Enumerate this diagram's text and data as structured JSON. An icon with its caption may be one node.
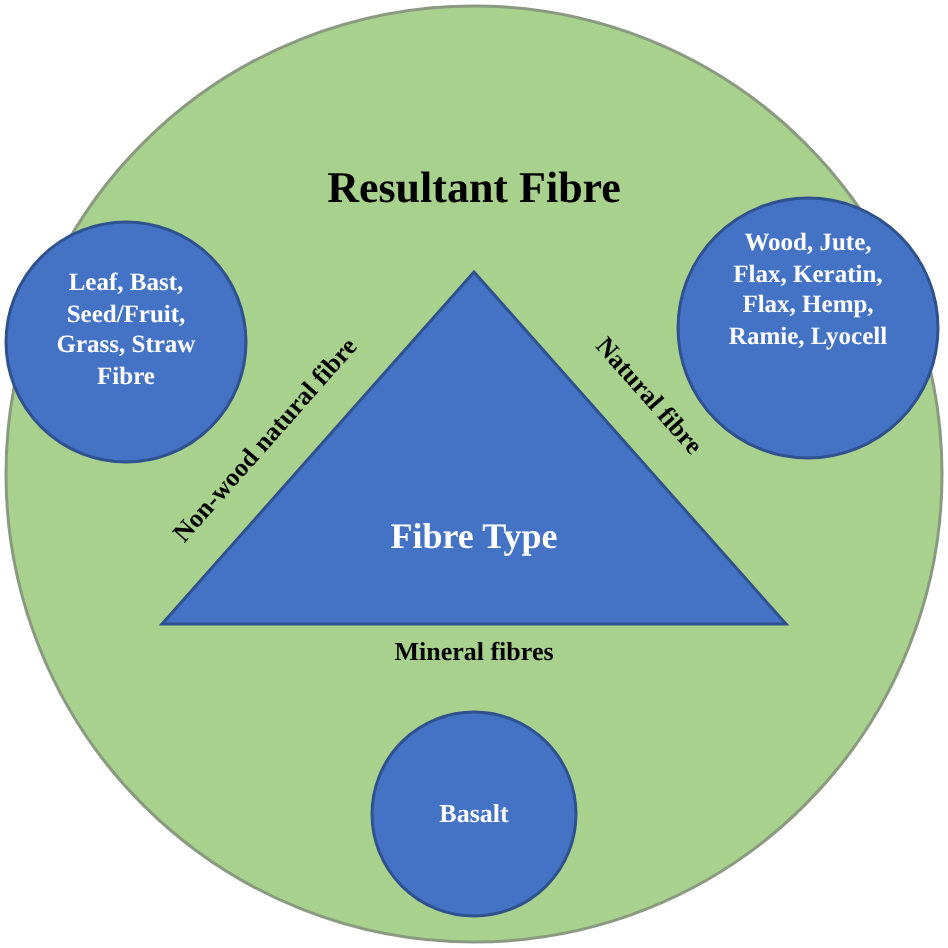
{
  "diagram": {
    "nodes": [
      {
        "text": [
          "Resultant Fibre"
        ]
      },
      {
        "text": [
          "Leaf, Bast, Seed/Fruit, Grass, Straw Fibre"
        ],
        "in": 0
      },
      {
        "text": [
          "Wood, Jute, Flax, Keratin, Flax, Hemp, Ramie, Lyocell"
        ],
        "in": 0
      },
      {
        "text": [
          "Fibre Type"
        ],
        "in": 0,
        "beside": [
          "Non-wood natural fibre",
          "Natural fibre",
          "Mineral fibres"
        ]
      },
      {
        "text": [
          "Basalt"
        ],
        "in": 0
      }
    ]
  }
}
